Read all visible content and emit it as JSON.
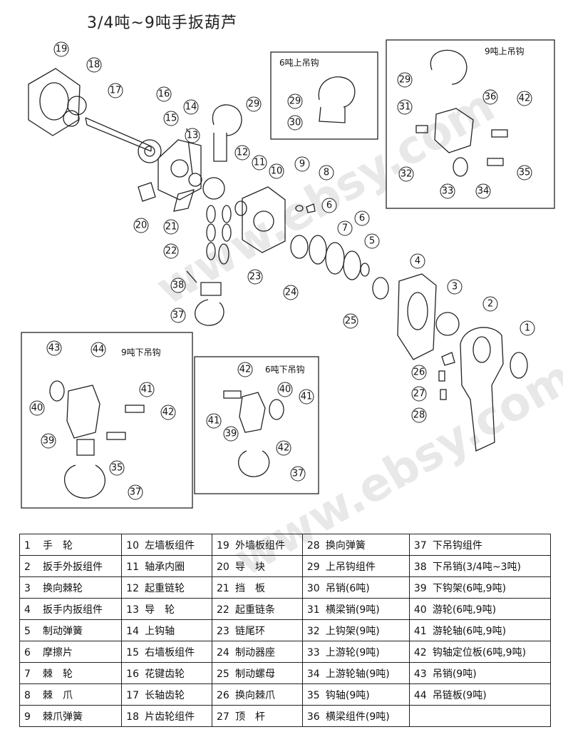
{
  "title": "3/4吨~9吨手扳葫芦",
  "watermark": "www.ebsy.com",
  "insets": [
    {
      "id": "6t-upper",
      "label": "6吨上吊钩"
    },
    {
      "id": "9t-upper",
      "label": "9吨上吊钩"
    },
    {
      "id": "9t-lower",
      "label": "9吨下吊钩"
    },
    {
      "id": "6t-lower",
      "label": "6吨下吊钩"
    }
  ],
  "callouts": [
    "1",
    "2",
    "3",
    "4",
    "5",
    "6",
    "7",
    "8",
    "9",
    "10",
    "11",
    "12",
    "13",
    "14",
    "15",
    "16",
    "17",
    "18",
    "19",
    "20",
    "21",
    "22",
    "23",
    "24",
    "25",
    "26",
    "27",
    "28",
    "29",
    "30",
    "31",
    "32",
    "33",
    "34",
    "35",
    "36",
    "37",
    "38",
    "39",
    "40",
    "41",
    "42",
    "43",
    "44"
  ],
  "parts": [
    {
      "n": "1",
      "name": "手　轮"
    },
    {
      "n": "2",
      "name": "扳手外扳组件"
    },
    {
      "n": "3",
      "name": "换向棘轮"
    },
    {
      "n": "4",
      "name": "扳手内扳组件"
    },
    {
      "n": "5",
      "name": "制动弹簧"
    },
    {
      "n": "6",
      "name": "摩擦片"
    },
    {
      "n": "7",
      "name": "棘　轮"
    },
    {
      "n": "8",
      "name": "棘　爪"
    },
    {
      "n": "9",
      "name": "棘爪弹簧"
    },
    {
      "n": "10",
      "name": "左墙板组件"
    },
    {
      "n": "11",
      "name": "轴承内圈"
    },
    {
      "n": "12",
      "name": "起重链轮"
    },
    {
      "n": "13",
      "name": "导　轮"
    },
    {
      "n": "14",
      "name": "上钩轴"
    },
    {
      "n": "15",
      "name": "右墙板组件"
    },
    {
      "n": "16",
      "name": "花键齿轮"
    },
    {
      "n": "17",
      "name": "长轴齿轮"
    },
    {
      "n": "18",
      "name": "片齿轮组件"
    },
    {
      "n": "19",
      "name": "外墙板组件"
    },
    {
      "n": "20",
      "name": "导　块"
    },
    {
      "n": "21",
      "name": "挡　板"
    },
    {
      "n": "22",
      "name": "起重链条"
    },
    {
      "n": "23",
      "name": "链尾环"
    },
    {
      "n": "24",
      "name": "制动器座"
    },
    {
      "n": "25",
      "name": "制动螺母"
    },
    {
      "n": "26",
      "name": "换向棘爪"
    },
    {
      "n": "27",
      "name": "顶　杆"
    },
    {
      "n": "28",
      "name": "换向弹簧"
    },
    {
      "n": "29",
      "name": "上吊钩组件"
    },
    {
      "n": "30",
      "name": "吊销(6吨)"
    },
    {
      "n": "31",
      "name": "横梁销(9吨)"
    },
    {
      "n": "32",
      "name": "上钩架(9吨)"
    },
    {
      "n": "33",
      "name": "上游轮(9吨)"
    },
    {
      "n": "34",
      "name": "上游轮轴(9吨)"
    },
    {
      "n": "35",
      "name": "钩轴(9吨)"
    },
    {
      "n": "36",
      "name": "横梁组件(9吨)"
    },
    {
      "n": "37",
      "name": "下吊钩组件"
    },
    {
      "n": "38",
      "name": "下吊销(3/4吨~3吨)"
    },
    {
      "n": "39",
      "name": "下钩架(6吨,9吨)"
    },
    {
      "n": "40",
      "name": "游轮(6吨,9吨)"
    },
    {
      "n": "41",
      "name": "游轮轴(6吨,9吨)"
    },
    {
      "n": "42",
      "name": "钩轴定位板(6吨,9吨)"
    },
    {
      "n": "43",
      "name": "吊销(9吨)"
    },
    {
      "n": "44",
      "name": "吊链板(9吨)"
    }
  ]
}
